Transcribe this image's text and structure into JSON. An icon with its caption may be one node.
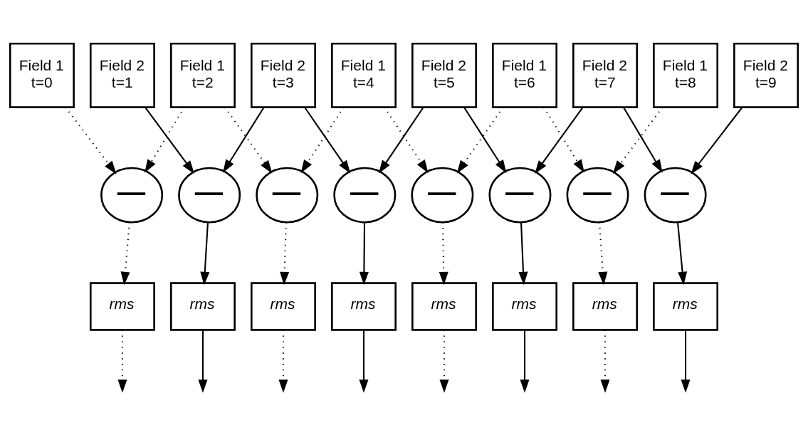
{
  "diagram": {
    "nodes": [
      {
        "text": [
          "Field 1",
          "t=0"
        ]
      },
      {
        "text": [
          "Field 2",
          "t=1"
        ]
      },
      {
        "text": [
          "Field 1",
          "t=2"
        ]
      },
      {
        "text": [
          "Field 2",
          "t=3"
        ]
      },
      {
        "text": [
          "Field 1",
          "t=4"
        ]
      },
      {
        "text": [
          "Field 2",
          "t=5"
        ]
      },
      {
        "text": [
          "Field 1",
          "t=6"
        ]
      },
      {
        "text": [
          "Field 2",
          "t=7"
        ]
      },
      {
        "text": [
          "Field 1",
          "t=8"
        ]
      },
      {
        "text": [
          "Field 2",
          "t=9"
        ]
      },
      {
        "text": [
          "—"
        ]
      },
      {
        "text": [
          "—"
        ]
      },
      {
        "text": [
          "—"
        ]
      },
      {
        "text": [
          "—"
        ]
      },
      {
        "text": [
          "—"
        ]
      },
      {
        "text": [
          "—"
        ]
      },
      {
        "text": [
          "—"
        ]
      },
      {
        "text": [
          "—"
        ]
      },
      {
        "text": [
          "rms"
        ]
      },
      {
        "text": [
          "rms"
        ]
      },
      {
        "text": [
          "rms"
        ]
      },
      {
        "text": [
          "rms"
        ]
      },
      {
        "text": [
          "rms"
        ]
      },
      {
        "text": [
          "rms"
        ]
      },
      {
        "text": [
          "rms"
        ]
      },
      {
        "text": [
          "rms"
        ]
      }
    ],
    "edges": [
      {
        "from": 0,
        "to": 10,
        "arrow": "to",
        "style": "dashed"
      },
      {
        "from": 2,
        "to": 10,
        "arrow": "to",
        "style": "dashed"
      },
      {
        "from": 1,
        "to": 11,
        "arrow": "to"
      },
      {
        "from": 3,
        "to": 11,
        "arrow": "to"
      },
      {
        "from": 2,
        "to": 12,
        "arrow": "to",
        "style": "dashed"
      },
      {
        "from": 4,
        "to": 12,
        "arrow": "to",
        "style": "dashed"
      },
      {
        "from": 3,
        "to": 13,
        "arrow": "to"
      },
      {
        "from": 5,
        "to": 13,
        "arrow": "to"
      },
      {
        "from": 4,
        "to": 14,
        "arrow": "to",
        "style": "dashed"
      },
      {
        "from": 6,
        "to": 14,
        "arrow": "to",
        "style": "dashed"
      },
      {
        "from": 5,
        "to": 15,
        "arrow": "to"
      },
      {
        "from": 7,
        "to": 15,
        "arrow": "to"
      },
      {
        "from": 6,
        "to": 16,
        "arrow": "to",
        "style": "dashed"
      },
      {
        "from": 8,
        "to": 16,
        "arrow": "to",
        "style": "dashed"
      },
      {
        "from": 7,
        "to": 17,
        "arrow": "to"
      },
      {
        "from": 9,
        "to": 17,
        "arrow": "to"
      },
      {
        "from": 10,
        "to": 18,
        "arrow": "to",
        "style": "dashed"
      },
      {
        "from": 11,
        "to": 19,
        "arrow": "to"
      },
      {
        "from": 12,
        "to": 20,
        "arrow": "to",
        "style": "dashed"
      },
      {
        "from": 13,
        "to": 21,
        "arrow": "to"
      },
      {
        "from": 14,
        "to": 22,
        "arrow": "to",
        "style": "dashed"
      },
      {
        "from": 15,
        "to": 23,
        "arrow": "to"
      },
      {
        "from": 16,
        "to": 24,
        "arrow": "to",
        "style": "dashed"
      },
      {
        "from": 17,
        "to": 25,
        "arrow": "to"
      },
      {
        "from": 18,
        "to": null,
        "arrow": "to",
        "style": "dashed"
      },
      {
        "from": 19,
        "to": null,
        "arrow": "to"
      },
      {
        "from": 20,
        "to": null,
        "arrow": "to",
        "style": "dashed"
      },
      {
        "from": 21,
        "to": null,
        "arrow": "to"
      },
      {
        "from": 22,
        "to": null,
        "arrow": "to",
        "style": "dashed"
      },
      {
        "from": 23,
        "to": null,
        "arrow": "to"
      },
      {
        "from": 24,
        "to": null,
        "arrow": "to",
        "style": "dashed"
      },
      {
        "from": 25,
        "to": null,
        "arrow": "to"
      }
    ]
  }
}
